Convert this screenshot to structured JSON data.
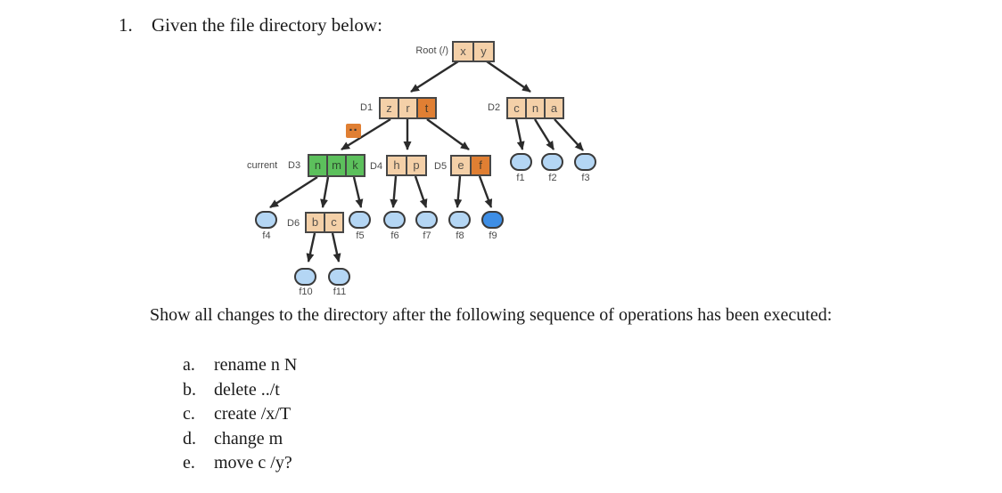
{
  "title": {
    "number": "1.",
    "text": "Given the file directory below:"
  },
  "diagram": {
    "root": {
      "label": "Root (/)",
      "cells": [
        "x",
        "y"
      ]
    },
    "d1": {
      "label": "D1",
      "cells": [
        "z",
        "r",
        "t"
      ]
    },
    "d2": {
      "label": "D2",
      "cells": [
        "c",
        "n",
        "a"
      ]
    },
    "d3": {
      "label": "D3",
      "prefix": "current",
      "cells": [
        "n",
        "m",
        "k"
      ]
    },
    "d4": {
      "label": "D4",
      "cells": [
        "h",
        "p"
      ]
    },
    "d5": {
      "label": "D5",
      "cells": [
        "e",
        "f"
      ]
    },
    "d6": {
      "label": "D6",
      "cells": [
        "b",
        "c"
      ]
    },
    "parent_ref": "..",
    "files": {
      "f1": "f1",
      "f2": "f2",
      "f3": "f3",
      "f4": "f4",
      "f5": "f5",
      "f6": "f6",
      "f7": "f7",
      "f8": "f8",
      "f9": "f9",
      "f10": "f10",
      "f11": "f11"
    }
  },
  "question": {
    "text": "Show all changes to the directory after the following sequence of operations has been executed:"
  },
  "operations": [
    {
      "letter": "a.",
      "text": "rename n N"
    },
    {
      "letter": "b.",
      "text": "delete ../t"
    },
    {
      "letter": "c.",
      "text": "create /x/T"
    },
    {
      "letter": "d.",
      "text": "change m"
    },
    {
      "letter": "e.",
      "text": "move c /y?"
    }
  ],
  "colors": {
    "cell-peach": "#f4d0a8",
    "cell-orange": "#e07f33",
    "cell-green": "#5cc05c",
    "file-blue": "#b4d6f4",
    "file-blue-dark": "#3e8ee5",
    "border-dark": "#474747",
    "arrow": "#2b2b2b",
    "label-gray": "#4a4a4a"
  }
}
